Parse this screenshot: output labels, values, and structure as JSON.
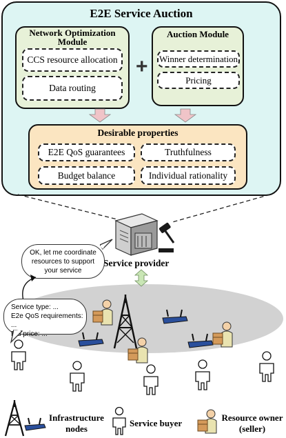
{
  "auction": {
    "title": "E2E Service Auction",
    "network_module": {
      "title_line1": "Network Optimization",
      "title_line2": "Module",
      "items": [
        "CCS resource allocation",
        "Data routing"
      ]
    },
    "plus_symbol": "+",
    "auction_module": {
      "title": "Auction Module",
      "items": [
        "Winner determination",
        "Pricing"
      ]
    },
    "desirable": {
      "title": "Desirable properties",
      "items": [
        "E2E QoS guarantees",
        "Truthfulness",
        "Budget balance",
        "Individual rationality"
      ]
    }
  },
  "provider": {
    "label": "Service provider",
    "reply_lines": [
      "OK, let me coordinate",
      "resources to support",
      "your service"
    ]
  },
  "buyer_request": {
    "lines": [
      "Service type: ...",
      "E2e QoS requirements: ...",
      "Bid price: ..."
    ]
  },
  "legend": {
    "infrastructure": [
      "Infrastructure",
      "nodes"
    ],
    "buyer": "Service buyer",
    "owner": [
      "Resource owner",
      "(seller)"
    ]
  },
  "colors": {
    "outer_fill": "#ddf5f3",
    "module_fill": "#e7f1d8",
    "props_fill": "#fbe5c1",
    "arrow_pink": "#f0c4c8",
    "arrow_green": "#c9e6b5",
    "router_blue": "#2a4f9c",
    "ground_gray": "#d2d2d2"
  }
}
